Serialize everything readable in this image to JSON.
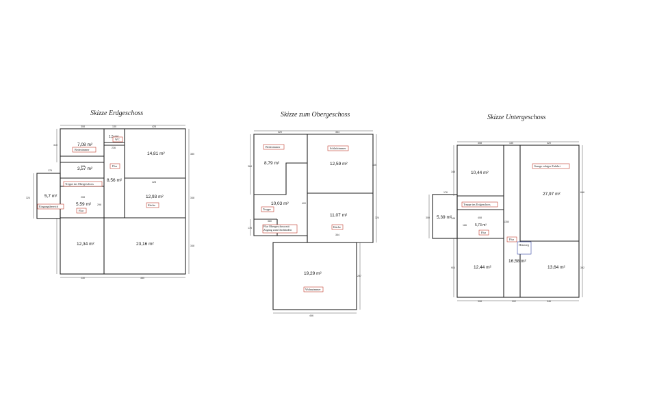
{
  "plans": {
    "eg": {
      "title": "Skizze Erdgeschoss",
      "areas": [
        "7,08 m²",
        "1,5 m²",
        "14,81 m²",
        "3,57 m²",
        "8,56 m²",
        "5,7 m²",
        "5,59 m²",
        "12,93 m²",
        "12,34 m²",
        "23,16 m²"
      ],
      "labels": [
        "Bedezimmer",
        "WC",
        "Flur",
        "Treppe ins Obergeschoss",
        "Eingangsbereich",
        "Flur",
        "Küche"
      ],
      "dims": [
        "308",
        "130",
        "428",
        "378",
        "236",
        "208",
        "428",
        "298",
        "176",
        "324",
        "230",
        "380",
        "310",
        "380",
        "348",
        "348"
      ]
    },
    "og": {
      "title": "Skizze zum Obergeschoss",
      "areas": [
        "8,79 m²",
        "12,59 m²",
        "10,03 m²",
        "11,07 m²",
        "19,29 m²"
      ],
      "labels": [
        "Bedezimmer",
        "Schlafzimmer",
        "Treppe",
        "Küche",
        "Flur Obergeschoss mit Zugang zum Dachboden",
        "Wohnzimmer"
      ],
      "dims": [
        "320",
        "364",
        "364",
        "346",
        "400",
        "380",
        "364",
        "324",
        "178",
        "287",
        "466"
      ]
    },
    "ug": {
      "title": "Skizze Untergeschoss",
      "areas": [
        "10,44 m²",
        "27,97 m²",
        "5,39 m²",
        "5,73 m²",
        "12,44 m²",
        "16,58 m²",
        "13,64 m²"
      ],
      "labels": [
        "Garage ruhiger Zufahrt",
        "Treppe ins Erdgeschoss",
        "Flur",
        "Flur",
        "Heizweg"
      ],
      "dims": [
        "308",
        "130",
        "420",
        "348",
        "176",
        "666",
        "408",
        "1350",
        "186",
        "302",
        "300",
        "308",
        "202",
        "346",
        "904",
        "348"
      ]
    }
  }
}
